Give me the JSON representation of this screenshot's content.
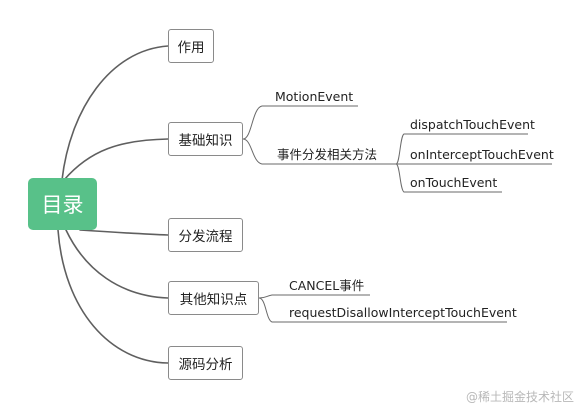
{
  "root": {
    "label": "目录"
  },
  "branches": [
    {
      "label": "作用"
    },
    {
      "label": "基础知识",
      "children": [
        {
          "label": "MotionEvent"
        },
        {
          "label": "事件分发相关方法",
          "children": [
            {
              "label": "dispatchTouchEvent"
            },
            {
              "label": "onInterceptTouchEvent"
            },
            {
              "label": "onTouchEvent"
            }
          ]
        }
      ]
    },
    {
      "label": "分发流程"
    },
    {
      "label": "其他知识点",
      "children": [
        {
          "label": "CANCEL事件"
        },
        {
          "label": "requestDisallowInterceptTouchEvent"
        }
      ]
    },
    {
      "label": "源码分析"
    }
  ],
  "watermark": "@稀土掘金技术社区",
  "colors": {
    "root_bg": "#58c189",
    "root_text": "#ffffff",
    "line": "#5f5f5f",
    "box_border": "#8a8a8a"
  }
}
